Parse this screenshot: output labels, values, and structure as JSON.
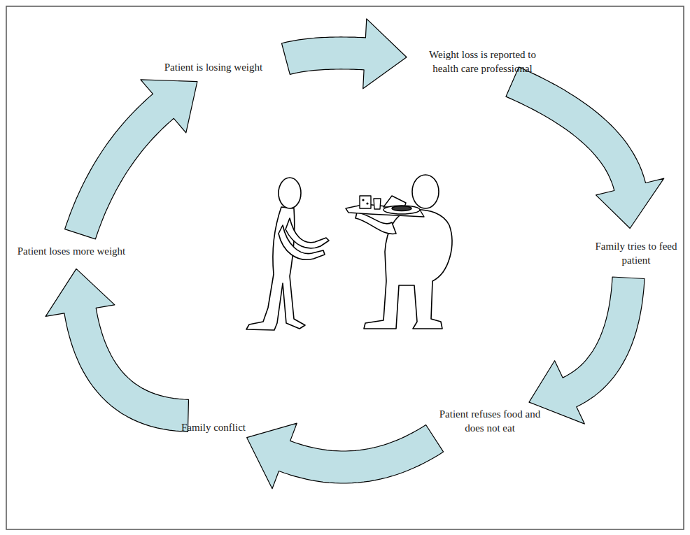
{
  "diagram": {
    "nodes": [
      {
        "text": [
          "Patient is losing weight"
        ]
      },
      {
        "text": [
          "Weight loss is reported to health care professional"
        ]
      },
      {
        "text": [
          "Family tries to feed patient"
        ]
      },
      {
        "text": [
          "Patient refuses food and does not eat"
        ]
      },
      {
        "text": [
          "Family conflict"
        ]
      },
      {
        "text": [
          "Patient loses more weight"
        ]
      }
    ],
    "edges": [
      {
        "from": 0,
        "to": 1,
        "arrow": "to"
      },
      {
        "from": 1,
        "to": 2,
        "arrow": "to"
      },
      {
        "from": 2,
        "to": 3,
        "arrow": "to"
      },
      {
        "from": 3,
        "to": 4,
        "arrow": "to"
      },
      {
        "from": 4,
        "to": 5,
        "arrow": "to"
      },
      {
        "from": 5,
        "to": 0,
        "arrow": "to"
      }
    ]
  }
}
